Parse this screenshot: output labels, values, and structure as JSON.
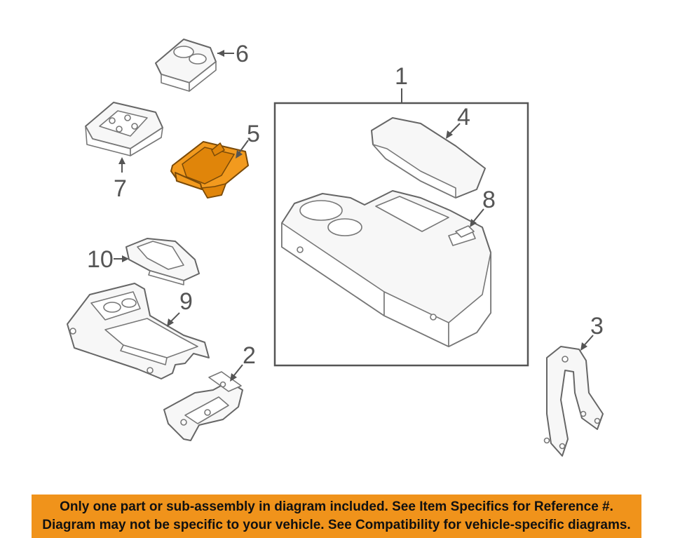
{
  "callouts": {
    "c1": "1",
    "c2": "2",
    "c3": "3",
    "c4": "4",
    "c5": "5",
    "c6": "6",
    "c7": "7",
    "c8": "8",
    "c9": "9",
    "c10": "10"
  },
  "highlighted_part": "5",
  "colors": {
    "highlight": "#f29a1e",
    "banner": "#f0931b",
    "line": "#555555"
  },
  "banner": {
    "line1": "Only one part or sub-assembly in diagram included. See Item Specifics for Reference #.",
    "line2": "Diagram may not be specific to your vehicle. See Compatibility for vehicle-specific diagrams."
  }
}
